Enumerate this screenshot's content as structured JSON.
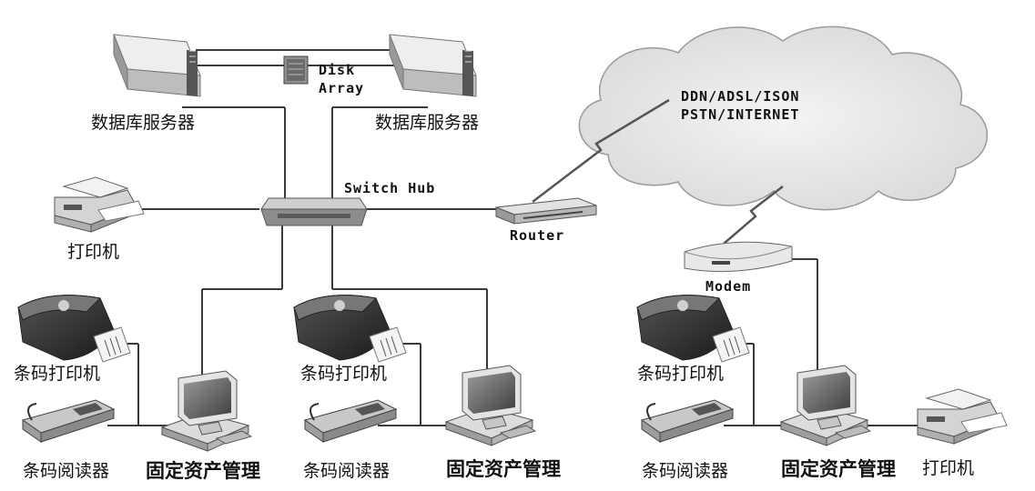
{
  "labels": {
    "db_server_left": "数据库服务器",
    "db_server_right": "数据库服务器",
    "disk_array_line1": "Disk",
    "disk_array_line2": "Array",
    "switch_hub": "Switch Hub",
    "router": "Router",
    "modem": "Modem",
    "internet_line1": "DDN/ADSL/ISON",
    "internet_line2": "PSTN/INTERNET",
    "printer_top": "打印机",
    "printer_right": "打印机",
    "barcode_printer_1": "条码打印机",
    "barcode_printer_2": "条码打印机",
    "barcode_printer_3": "条码打印机",
    "barcode_reader_1": "条码阅读器",
    "barcode_reader_2": "条码阅读器",
    "barcode_reader_3": "条码阅读器",
    "asset_mgmt_1": "固定资产管理",
    "asset_mgmt_2": "固定资产管理",
    "asset_mgmt_3": "固定资产管理"
  },
  "icons": {
    "server": "server-icon",
    "disk_array": "disk-array-icon",
    "switch": "switch-hub-icon",
    "router": "router-icon",
    "modem": "modem-icon",
    "cloud": "cloud-icon",
    "printer": "printer-icon",
    "barcode_printer": "barcode-printer-icon",
    "barcode_reader": "barcode-reader-icon",
    "workstation": "workstation-icon"
  },
  "colors": {
    "line": "#3a3a3a",
    "device_light": "#e6e6e6",
    "device_mid": "#b5b5b5",
    "device_dark": "#333333",
    "cloud_fill": "#e9e9e9"
  }
}
